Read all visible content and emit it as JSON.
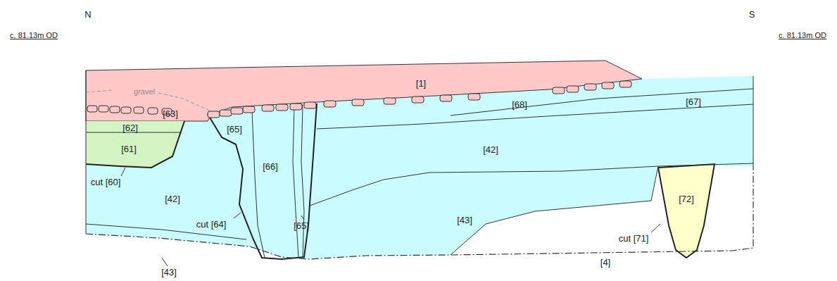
{
  "diagram": {
    "labels": [
      "N",
      "S",
      "c. 81.13m OD",
      "c. 81.13m OD",
      "[1]",
      "gravel",
      "[63]",
      "[62]",
      "[61]",
      "cut [60]",
      "[42]",
      "cut [64]",
      "[65]",
      "[66]",
      "[65]",
      "[68]",
      "[67]",
      "[42]",
      "[43]",
      "[43]",
      "[72]",
      "cut [71]",
      "[4]"
    ]
  }
}
